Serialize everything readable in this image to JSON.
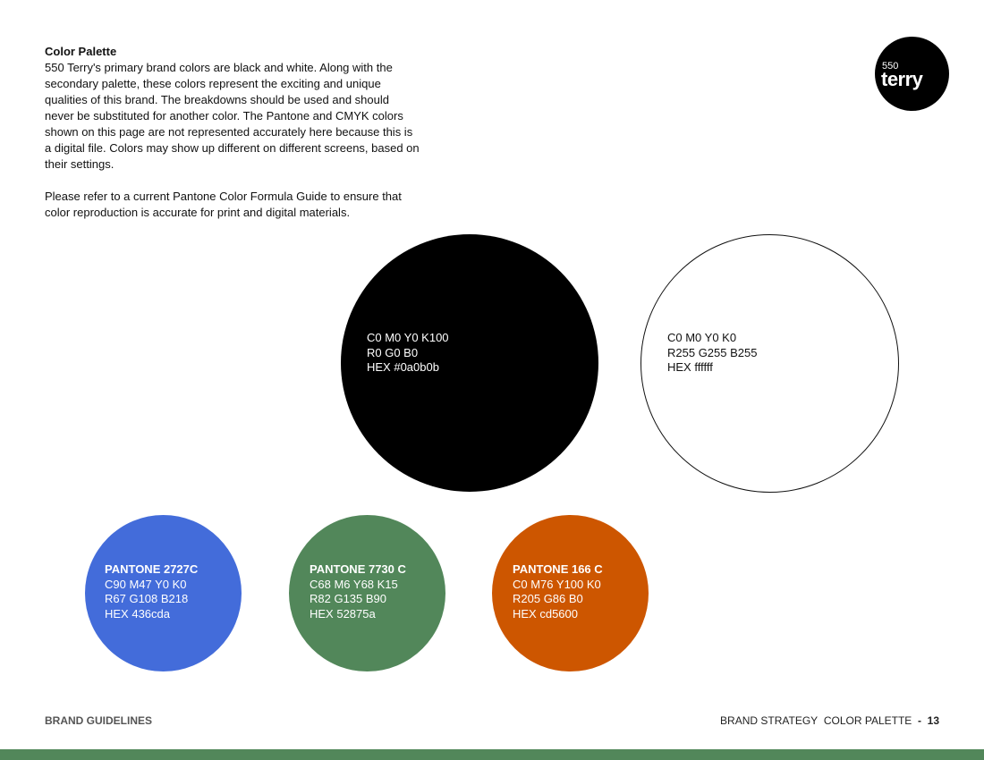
{
  "intro": {
    "title": "Color Palette",
    "p1": "550 Terry's primary brand colors are black and white. Along with the secondary palette, these colors represent the exciting and unique qualities of this brand. The breakdowns should be used and should never be substituted for another color. The Pantone and CMYK colors shown on this page are not represented accurately here because this is a digital file. Colors may show up different on different screens, based on their settings.",
    "p2": "Please refer to a current Pantone Color Formula Guide to ensure that color reproduction is accurate for print and digital materials."
  },
  "logo": {
    "number": "550",
    "word": "terry"
  },
  "colors": [
    {
      "name": "",
      "cmyk": "C0 M0 Y0 K100",
      "rgb": "R0 G0 B0",
      "hex": "HEX #0a0b0b",
      "color": "#000000"
    },
    {
      "name": "",
      "cmyk": "C0 M0 Y0 K0",
      "rgb": "R255 G255 B255",
      "hex": "HEX ffffff",
      "color": "#ffffff"
    },
    {
      "name": "PANTONE 2727C",
      "cmyk": "C90 M47 Y0 K0",
      "rgb": "R67 G108 B218",
      "hex": "HEX 436cda",
      "color": "#436cda"
    },
    {
      "name": "PANTONE 7730 C",
      "cmyk": "C68 M6 Y68 K15",
      "rgb": "R82 G135 B90",
      "hex": "HEX 52875a",
      "color": "#52875a"
    },
    {
      "name": "PANTONE 166 C",
      "cmyk": "C0 M76 Y100 K0",
      "rgb": "R205 G86 B0",
      "hex": "HEX cd5600",
      "color": "#cd5600"
    }
  ],
  "footer": {
    "left": "BRAND GUIDELINES",
    "section_a": "BRAND STRATEGY",
    "section_b": "COLOR PALETTE",
    "separator": "-",
    "page": "13"
  }
}
